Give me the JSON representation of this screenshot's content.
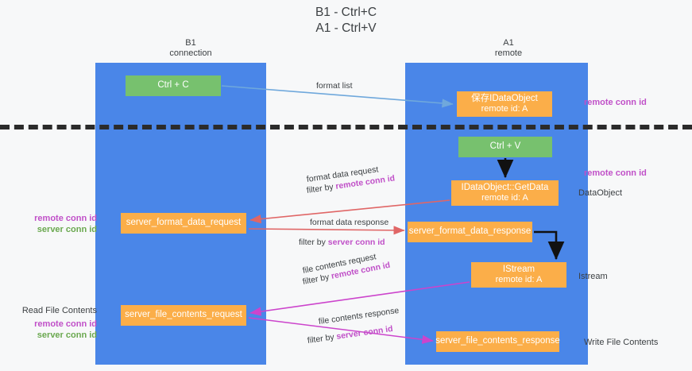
{
  "title": "B1 - Ctrl+C\nA1 - Ctrl+V",
  "lanes": [
    {
      "id": "b1",
      "header": "B1\nconnection",
      "color": "#4a86e8"
    },
    {
      "id": "a1",
      "header": "A1\nremote",
      "color": "#4a86e8"
    }
  ],
  "colors": {
    "lane": "#4a86e8",
    "green_box": "#77c16e",
    "orange_box": "#fbae49",
    "purple_text": "#c050c8",
    "green_text": "#6aa84f",
    "arrow_blue": "#6fa8dc",
    "arrow_black": "#000000",
    "arrow_red": "#e06666",
    "arrow_magenta": "#cc44cc",
    "divider": "#2b2b2b",
    "background": "#f7f8f9"
  },
  "boxes": {
    "ctrl_c": {
      "label": "Ctrl + C",
      "sub": ""
    },
    "save_idataobject": {
      "label": "保存IDataObject",
      "sub": "remote id: A"
    },
    "ctrl_v": {
      "label": "Ctrl + V",
      "sub": ""
    },
    "getdata": {
      "label": "IDataObject::GetData",
      "sub": "remote id: A"
    },
    "server_format_data_request": {
      "label": "server_format_data_request",
      "sub": ""
    },
    "server_format_data_response": {
      "label": "server_format_data_response",
      "sub": ""
    },
    "istream": {
      "label": "IStream",
      "sub": "remote id: A"
    },
    "server_file_contents_request": {
      "label": "server_file_contents_request",
      "sub": ""
    },
    "server_file_contents_response": {
      "label": "server_file_contents_response",
      "sub": ""
    }
  },
  "edge_labels": {
    "format_list": "format list",
    "format_data_request": "format data request",
    "format_data_request_filter_prefix": "filter by ",
    "format_data_request_filter_key": "remote conn id",
    "format_data_response": "format data response",
    "format_data_response_filter_prefix": "filter by ",
    "format_data_response_filter_key": "server conn id",
    "file_contents_request": "file contents request",
    "file_contents_request_filter_prefix": "filter by ",
    "file_contents_request_filter_key": "remote conn id",
    "file_contents_response": "file contents response",
    "file_contents_response_filter_prefix": "filter by ",
    "file_contents_response_filter_key": "server conn id"
  },
  "annotations": {
    "right_remote_conn_id_top": "remote conn id",
    "right_remote_conn_id_mid": "remote conn id",
    "right_dataobject": "DataObject",
    "right_istream": "Istream",
    "right_write_file_contents": "Write File Contents",
    "left_remote_conn_id_mid": "remote conn id",
    "left_server_conn_id_mid": "server conn id",
    "left_read_file_contents": "Read File Contents",
    "left_remote_conn_id_bottom": "remote conn id",
    "left_server_conn_id_bottom": "server conn id"
  }
}
